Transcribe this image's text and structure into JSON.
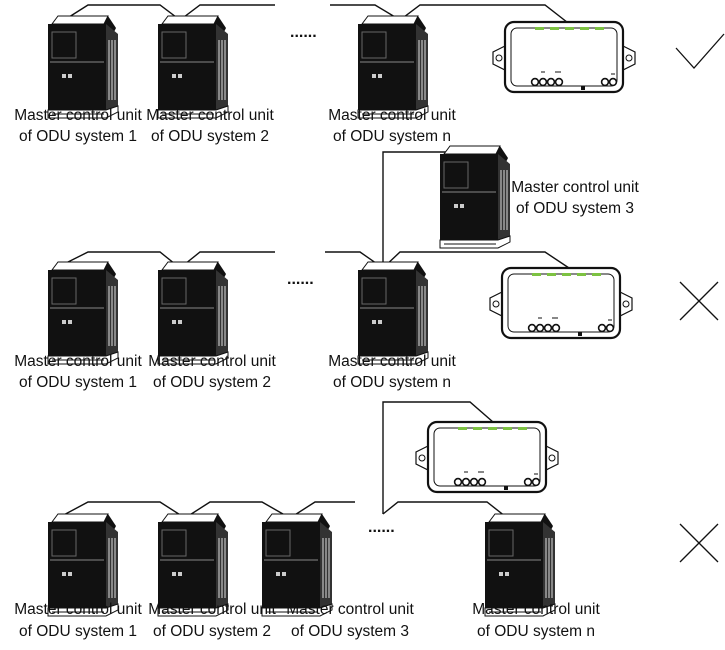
{
  "panels": [
    {
      "verdict": "check",
      "units": [
        {
          "line1": "Master control unit",
          "line2": "of ODU system 1"
        },
        {
          "line1": "Master control unit",
          "line2": "of ODU system 2"
        },
        {
          "line1": "Master control unit",
          "line2": "of ODU system n"
        }
      ],
      "ellipsis": "......"
    },
    {
      "verdict": "cross",
      "extra_unit": {
        "line1": "Master control unit",
        "line2": "of ODU system 3"
      },
      "units": [
        {
          "line1": "Master control unit",
          "line2": "of ODU system 1"
        },
        {
          "line1": "Master control unit",
          "line2": "of ODU system 2"
        },
        {
          "line1": "Master control unit",
          "line2": "of ODU system n"
        }
      ],
      "ellipsis": "......"
    },
    {
      "verdict": "cross",
      "units": [
        {
          "line1": "Master control unit",
          "line2": "of ODU system 1"
        },
        {
          "line1": "Master control unit",
          "line2": "of ODU system 2"
        },
        {
          "line1": "Master control unit",
          "line2": "of ODU system 3"
        },
        {
          "line1": "Master control unit",
          "line2": "of ODU system n"
        }
      ],
      "ellipsis": "......"
    }
  ],
  "colors": {
    "line": "#111111",
    "led": "#7dc242"
  }
}
